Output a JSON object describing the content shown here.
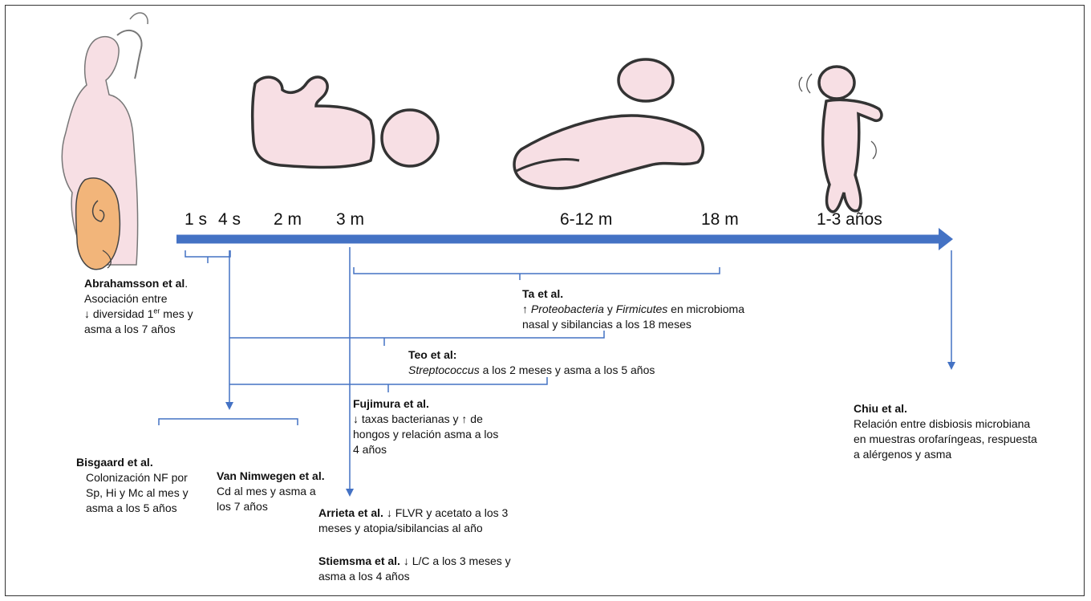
{
  "timeline": {
    "ticks": [
      "1 s",
      "4 s",
      "2 m",
      "3 m",
      "6-12 m",
      "18 m",
      "1-3 años"
    ],
    "line_color": "#4472c4"
  },
  "illustrations": [
    {
      "name": "pregnant-woman",
      "icon": "pregnant-woman-icon"
    },
    {
      "name": "newborn-lying",
      "icon": "newborn-icon"
    },
    {
      "name": "crawling-baby",
      "icon": "crawling-baby-icon"
    },
    {
      "name": "toddler-walking",
      "icon": "toddler-icon"
    }
  ],
  "studies": {
    "abrahamsson": {
      "author": "Abrahamsson et al",
      "dot": ".",
      "l1": "Asociación entre",
      "l2a": "↓ diversidad 1",
      "l2sup": "er",
      "l2b": " mes y",
      "l3": "asma a los 7 años"
    },
    "ta": {
      "author": "Ta et al.",
      "l1a": "↑ ",
      "l1b": "Proteobacteria",
      "l1c": " y ",
      "l1d": "Firmicutes",
      "l1e": " en microbioma",
      "l2": "nasal y sibilancias a los 18 meses"
    },
    "teo": {
      "author": "Teo et al:",
      "l1a": "Streptococcus",
      "l1b": " a los 2 meses y asma a los 5 años"
    },
    "fujimura": {
      "author": "Fujimura et al.",
      "l1": "↓ taxas bacterianas y ↑ de",
      "l2": "hongos y relación asma a los",
      "l3": "4 años"
    },
    "bisgaard": {
      "author": "Bisgaard et al.",
      "l1": "Colonización NF por",
      "l2": "Sp, Hi y Mc al mes y",
      "l3": "asma a los  5 años"
    },
    "van_nimwegen": {
      "author": "Van Nimwegen et al.",
      "l1": "Cd al mes y asma a",
      "l2": "los 7 años"
    },
    "arrieta": {
      "author": "Arrieta et al.",
      "l1": " ↓ FLVR y acetato a los 3",
      "l2": "meses y atopia/sibilancias al año"
    },
    "stiemsma": {
      "author": "Stiemsma et al.",
      "l1": " ↓ L/C a los 3 meses y",
      "l2": "asma a los 4 años"
    },
    "chiu": {
      "author": "Chiu et al.",
      "l1": "Relación entre disbiosis microbiana",
      "l2": "en muestras orofaríngeas, respuesta",
      "l3": "a alérgenos y asma"
    }
  }
}
